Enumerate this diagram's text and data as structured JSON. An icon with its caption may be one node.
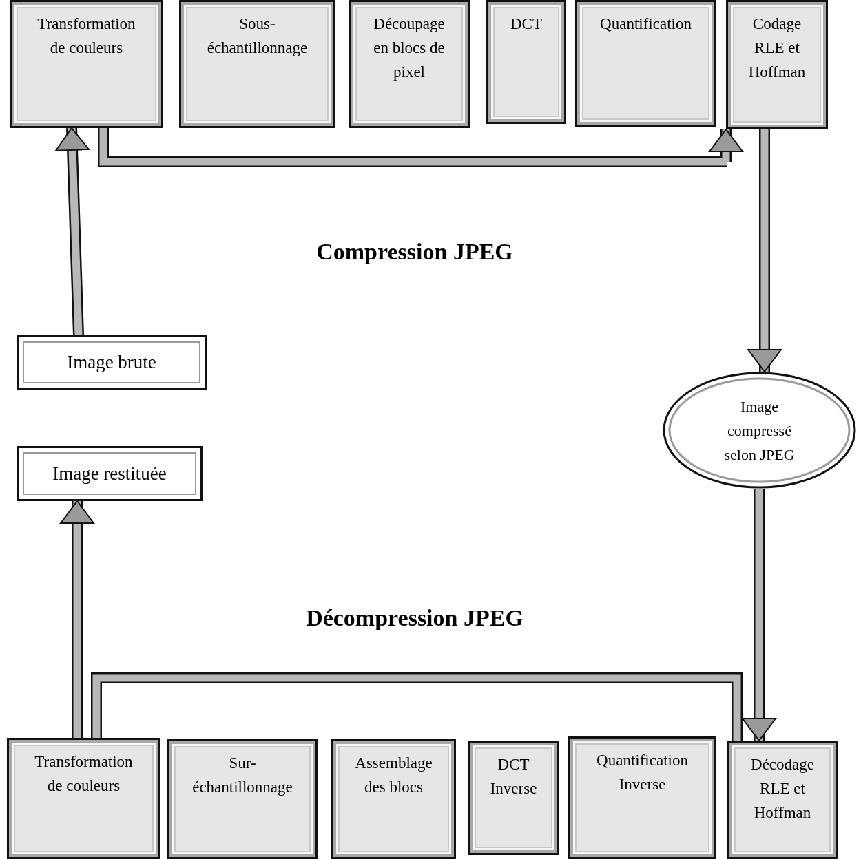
{
  "diagram": {
    "nodes": [
      {
        "text": [
          "Transformation de couleurs"
        ]
      },
      {
        "text": [
          "Sous-échantillonnage"
        ]
      },
      {
        "text": [
          "Découpage en blocs de pixel"
        ]
      },
      {
        "text": [
          "DCT"
        ]
      },
      {
        "text": [
          "Quantification"
        ]
      },
      {
        "text": [
          "Codage RLE et Hoffman"
        ]
      },
      {
        "text": [
          "Image brute"
        ]
      },
      {
        "text": [
          "Image compressé selon JPEG"
        ]
      },
      {
        "text": [
          "Image restituée"
        ]
      },
      {
        "text": [
          "Transformation de couleurs"
        ]
      },
      {
        "text": [
          "Sur-échantillonnage"
        ]
      },
      {
        "text": [
          "Assemblage des blocs"
        ]
      },
      {
        "text": [
          "DCT Inverse"
        ]
      },
      {
        "text": [
          "Quantification Inverse"
        ]
      },
      {
        "text": [
          "Décodage RLE et Hoffman"
        ]
      }
    ],
    "edges": [
      {
        "from": 6,
        "to": 0,
        "arrow": "to"
      },
      {
        "from": 0,
        "to": 5,
        "arrow": "to"
      },
      {
        "from": 5,
        "to": 7,
        "arrow": "to"
      },
      {
        "from": 7,
        "to": 14,
        "arrow": "to"
      },
      {
        "from": 14,
        "to": 9,
        "arrow": "to"
      },
      {
        "from": 9,
        "to": 8,
        "arrow": "to"
      }
    ],
    "labels": [
      "Compression JPEG",
      "Décompression JPEG"
    ]
  }
}
